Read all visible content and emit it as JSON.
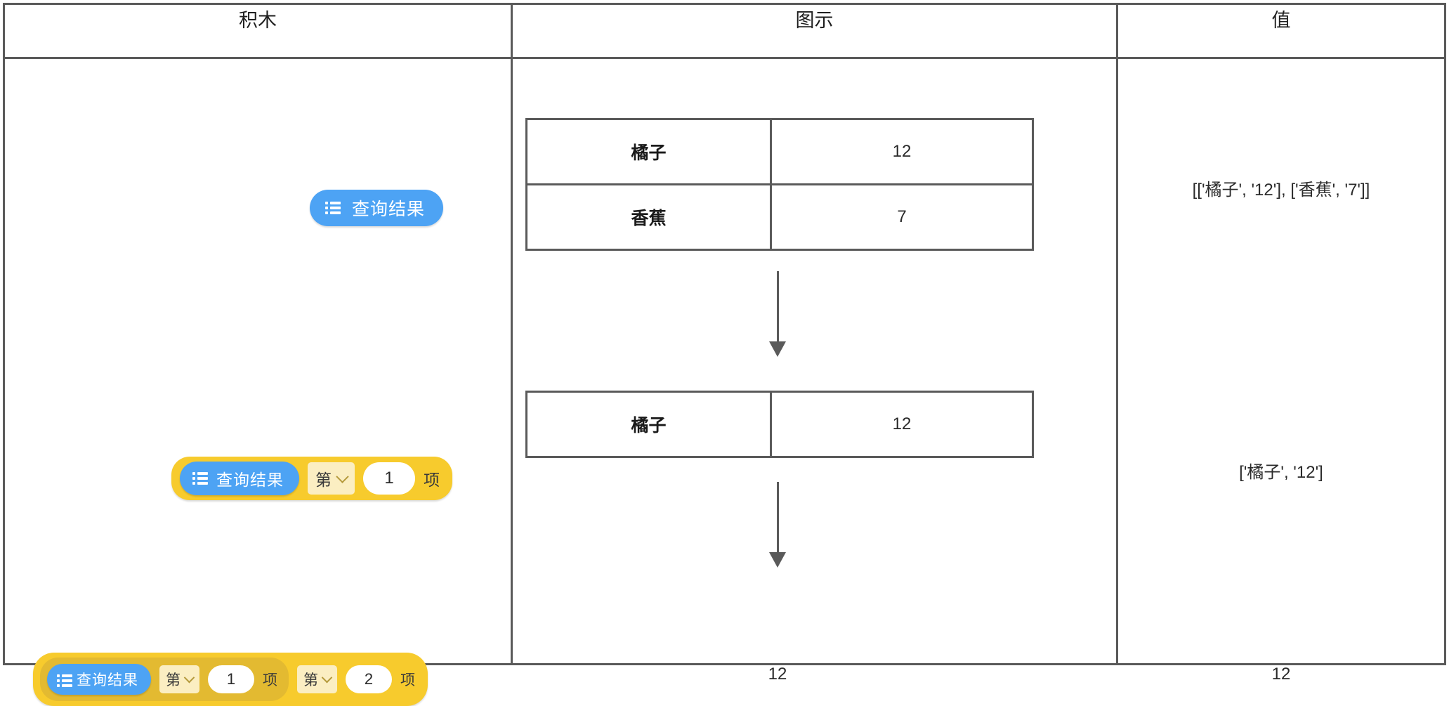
{
  "table": {
    "headers": [
      {
        "label": "积木"
      },
      {
        "label": "图示"
      },
      {
        "label": "值"
      }
    ]
  },
  "blocks": [
    {
      "id": "block-query-result",
      "icon": "list-icon",
      "label": "查询结果",
      "color": "#4da3f4"
    },
    {
      "id": "block-query-result-item-1",
      "wrapper_color": "#f7cb2d",
      "icon": "list-icon",
      "label": "查询结果",
      "color": "#4da3f4",
      "selector_label": "第",
      "selector_icon": "chevron-down-icon",
      "index_value": "1",
      "suffix_label": "项"
    },
    {
      "id": "block-query-result-item-1-item-2",
      "wrapper_color": "#f7cb2d",
      "inner_color": "#e3ba31",
      "icon": "list-icon",
      "label": "查询结果",
      "color": "#4da3f4",
      "selector_label_1": "第",
      "selector_icon_1": "chevron-down-icon",
      "index_value_1": "1",
      "suffix_label_1": "项",
      "selector_label_2": "第",
      "selector_icon_2": "chevron-down-icon",
      "index_value_2": "2",
      "suffix_label_2": "项"
    }
  ],
  "diagram": {
    "table_1": {
      "rows": [
        {
          "key": "橘子",
          "value": "12"
        },
        {
          "key": "香蕉",
          "value": "7"
        }
      ]
    },
    "arrow_1": {
      "icon": "arrow-down-icon"
    },
    "table_2": {
      "rows": [
        {
          "key": "橘子",
          "value": "12"
        }
      ]
    },
    "arrow_2": {
      "icon": "arrow-down-icon"
    },
    "scalar": "12"
  },
  "values": {
    "row_1": "[['橘子', '12'], ['香蕉', '7']]",
    "row_2": "['橘子', '12']",
    "row_3": "12"
  }
}
